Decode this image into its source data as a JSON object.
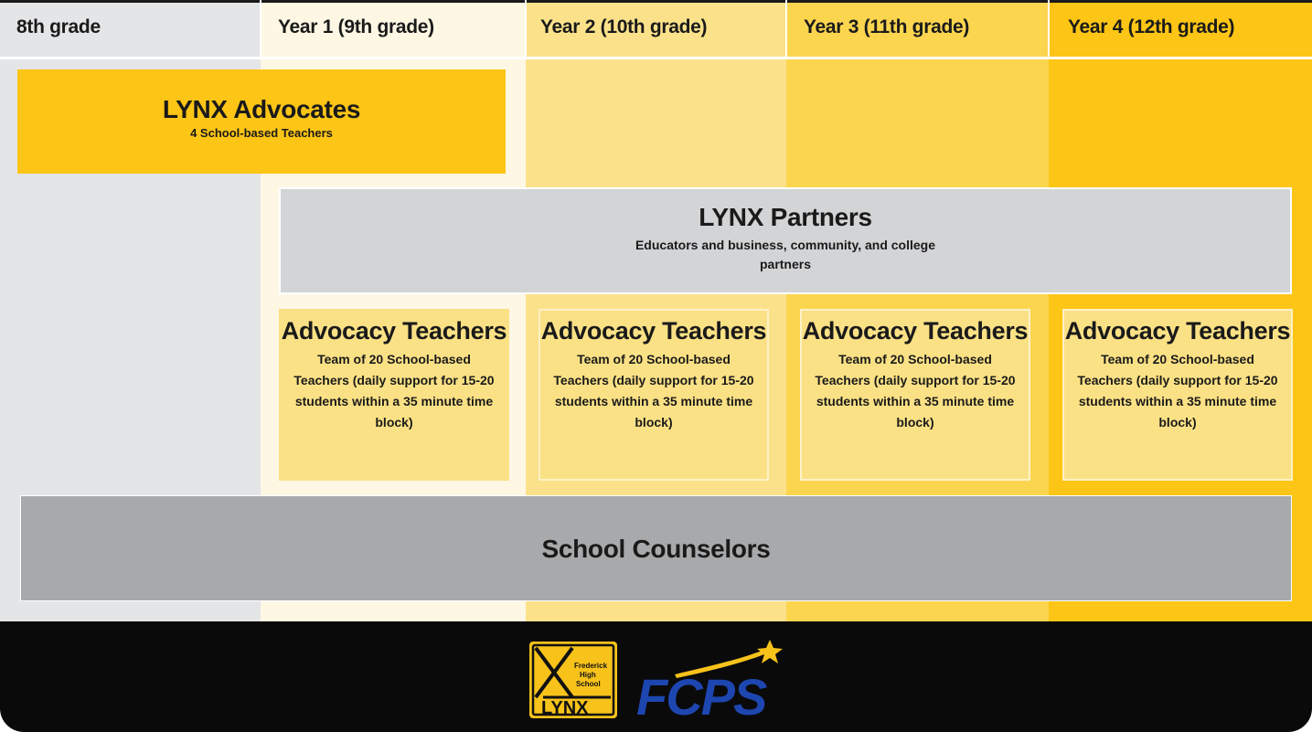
{
  "headers": [
    "8th grade",
    "Year 1 (9th grade)",
    "Year 2 (10th grade)",
    "Year 3 (11th grade)",
    "Year 4 (12th grade)"
  ],
  "advocates": {
    "title": "LYNX Advocates",
    "subtitle": "4 School-based Teachers"
  },
  "partners": {
    "title": "LYNX Partners",
    "subtitle": "Educators and business, community, and college partners"
  },
  "advocacy_teachers": [
    {
      "title": "Advocacy Teachers",
      "desc": "Team of 20 School-based Teachers (daily support for 15-20 students within a 35 minute time block)"
    },
    {
      "title": "Advocacy Teachers",
      "desc": "Team of 20 School-based Teachers (daily support for 15-20 students within a 35 minute time block)"
    },
    {
      "title": "Advocacy Teachers",
      "desc": "Team of 20 School-based Teachers (daily support for 15-20 students within a 35 minute time block)"
    },
    {
      "title": "Advocacy Teachers",
      "desc": "Team of 20 School-based Teachers (daily support for 15-20 students within a 35 minute time block)"
    }
  ],
  "counselors": {
    "title": "School Counselors"
  },
  "footer": {
    "lynx_logo": {
      "line1": "Frederick",
      "line2": "High",
      "line3": "School",
      "word": "LYNX",
      "icon": "lynx-logo"
    },
    "fcps_logo": {
      "word": "FCPS",
      "icon": "fcps-logo-star"
    }
  },
  "colors": {
    "col_8th": "#e4e5e7",
    "col_year1": "#fdf7e4",
    "col_year2": "#fbe28a",
    "col_year3": "#fcd54f",
    "col_year4": "#fdc515",
    "advocates": "#fdc515",
    "partners": "#d3d4d6",
    "counselors": "#a8a9ab",
    "footer": "#0a0a0a",
    "fcps_blue": "#1d46b0"
  }
}
